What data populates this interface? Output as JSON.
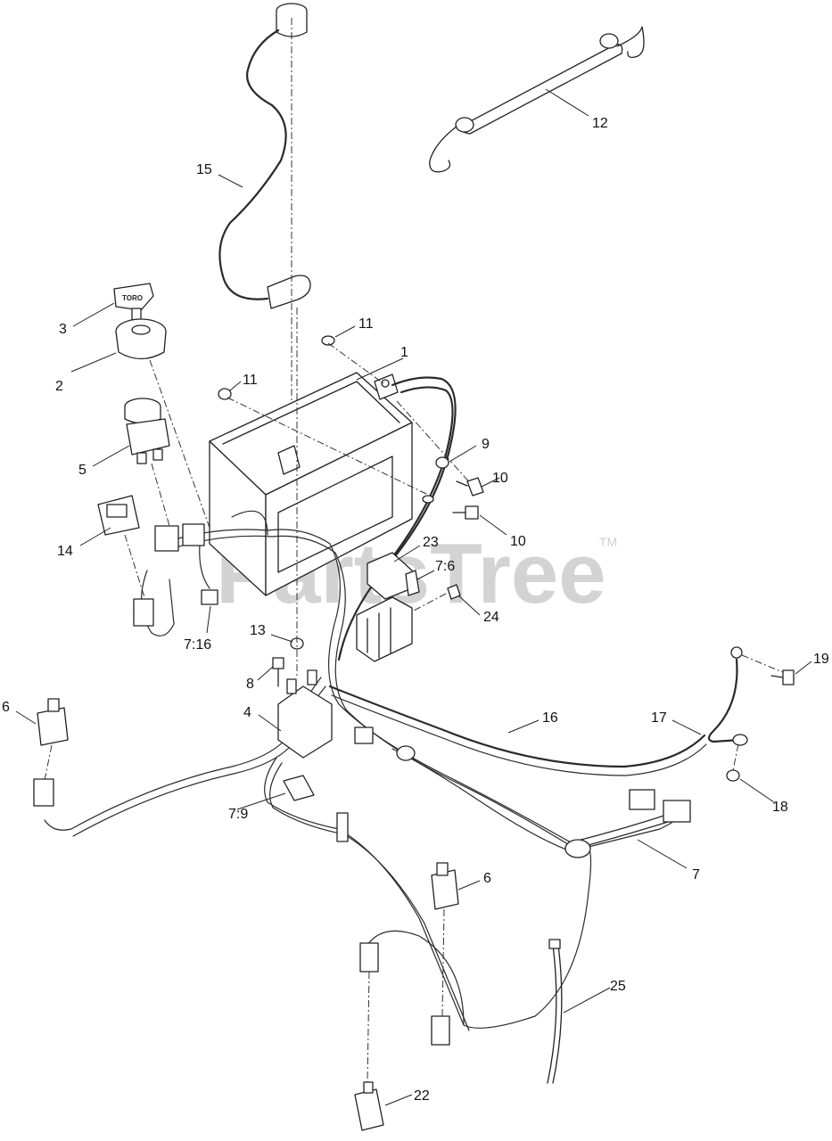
{
  "watermark": {
    "text": "PartsTree",
    "tm": "TM"
  },
  "key_tag_text": "TORO",
  "callouts": [
    {
      "id": "c1",
      "label": "1"
    },
    {
      "id": "c2",
      "label": "2"
    },
    {
      "id": "c3",
      "label": "3"
    },
    {
      "id": "c4",
      "label": "4"
    },
    {
      "id": "c5",
      "label": "5"
    },
    {
      "id": "c6a",
      "label": "6"
    },
    {
      "id": "c6b",
      "label": "6"
    },
    {
      "id": "c7",
      "label": "7"
    },
    {
      "id": "c7_6",
      "label": "7:6"
    },
    {
      "id": "c7_9",
      "label": "7:9"
    },
    {
      "id": "c7_16",
      "label": "7:16"
    },
    {
      "id": "c8",
      "label": "8"
    },
    {
      "id": "c9",
      "label": "9"
    },
    {
      "id": "c10a",
      "label": "10"
    },
    {
      "id": "c10b",
      "label": "10"
    },
    {
      "id": "c11a",
      "label": "11"
    },
    {
      "id": "c11b",
      "label": "11"
    },
    {
      "id": "c12",
      "label": "12"
    },
    {
      "id": "c13",
      "label": "13"
    },
    {
      "id": "c14",
      "label": "14"
    },
    {
      "id": "c15",
      "label": "15"
    },
    {
      "id": "c16",
      "label": "16"
    },
    {
      "id": "c17",
      "label": "17"
    },
    {
      "id": "c18",
      "label": "18"
    },
    {
      "id": "c19",
      "label": "19"
    },
    {
      "id": "c22",
      "label": "22"
    },
    {
      "id": "c23",
      "label": "23"
    },
    {
      "id": "c24",
      "label": "24"
    },
    {
      "id": "c25",
      "label": "25"
    }
  ]
}
